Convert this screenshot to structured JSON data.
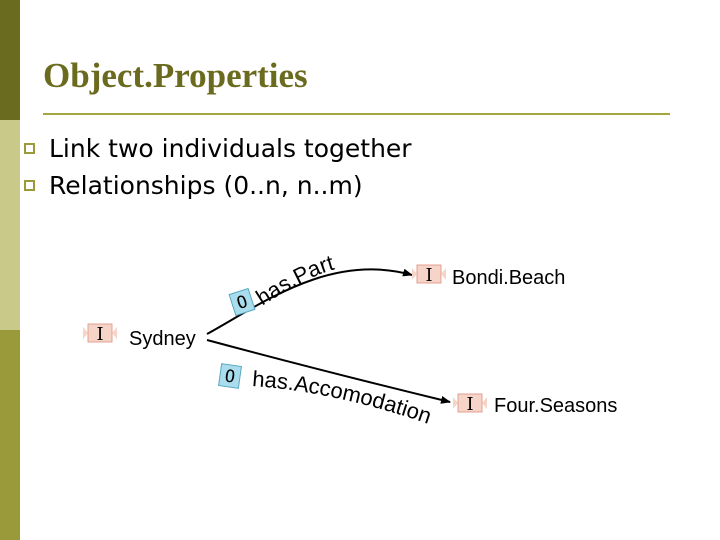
{
  "title": "Object.Properties",
  "bullets": [
    "Link two individuals together",
    "Relationships (0..n, n..m)"
  ],
  "diagram": {
    "individuals": {
      "sydney": "Sydney",
      "bondi": "Bondi.Beach",
      "fourseasons": "Four.Seasons"
    },
    "properties": {
      "haspart": "has.Part",
      "hasaccomodation": "has.Accomodation"
    },
    "individual_icon_glyph": "I",
    "property_icon_glyph": "O",
    "colors": {
      "individual_icon_fill": "#f7d4c8",
      "property_icon_fill": "#a9dcec",
      "edge": "#000000"
    },
    "icons": {
      "individual": "individual-icon",
      "property": "object-property-icon"
    }
  },
  "theme": {
    "sidebar_dark": "#6b6b1f",
    "sidebar_light": "#c9c98a",
    "title_color": "#6b6b1f"
  }
}
